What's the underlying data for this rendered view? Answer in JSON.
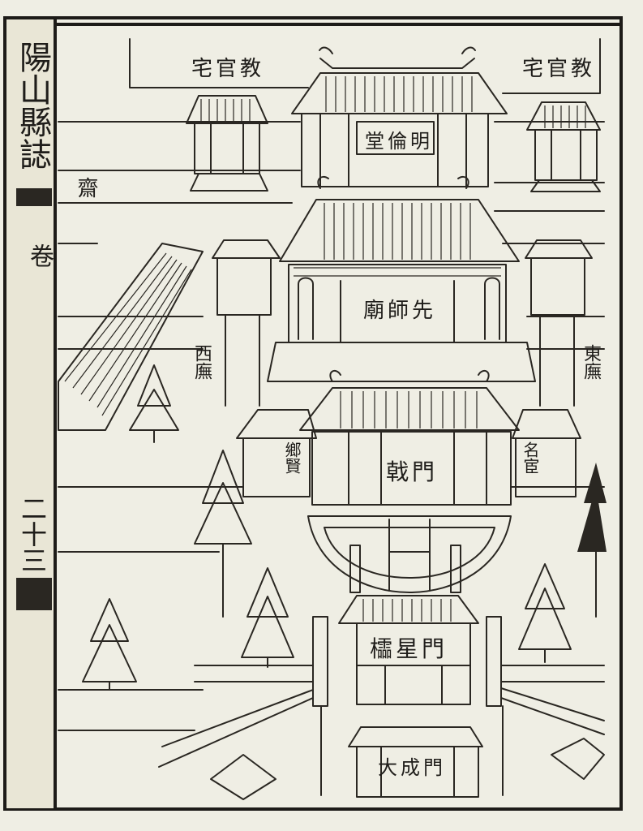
{
  "margin": {
    "title": "陽山縣誌",
    "section": "卷",
    "page_number": "二十三"
  },
  "labels": {
    "residence_left": "宅官教",
    "residence_right": "宅官教",
    "minglun_hall": "堂倫明",
    "xianshi_temple": "廟師先",
    "ji_gate": "戟門",
    "lingxing_gate": "櫺星門",
    "dacheng_gate": "大成門",
    "east_wing": "東廡",
    "west_wing": "西廡",
    "hall_left": "鄉賢",
    "hall_right": "名宦",
    "study_hall": "齋"
  }
}
